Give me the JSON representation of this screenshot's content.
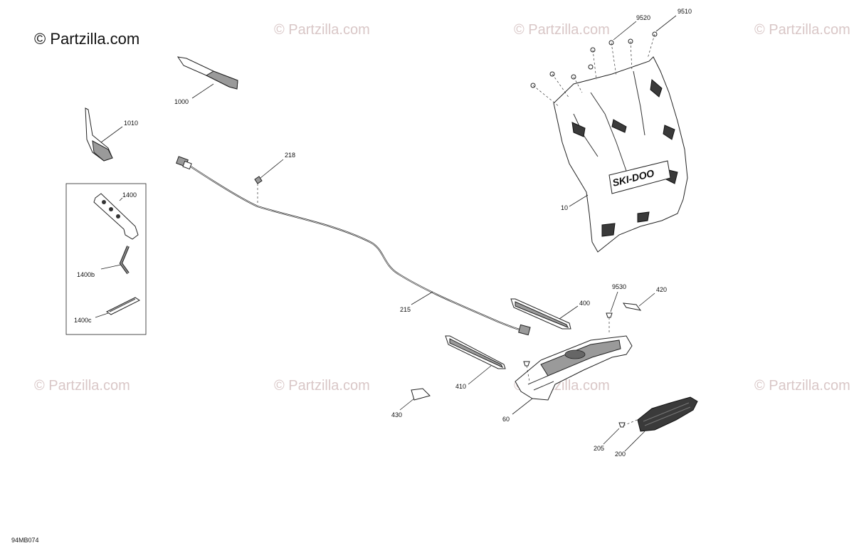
{
  "brand": {
    "logo_text": "© Partzilla.com",
    "watermark_text": "© Partzilla.com"
  },
  "drawing_code": "94MB074",
  "callouts": {
    "p1000": "1000",
    "p1010": "1010",
    "p1400": "1400",
    "p1400b": "1400b",
    "p1400c": "1400c",
    "p218": "218",
    "p215": "215",
    "p10": "10",
    "p9520": "9520",
    "p9510": "9510",
    "p9530": "9530",
    "p420": "420",
    "p400": "400",
    "p410": "410",
    "p430": "430",
    "p60": "60",
    "p205": "205",
    "p200": "200"
  },
  "icons": {
    "flap": "snow-flap-with-ski-doo-logo-icon",
    "wrench": "spanner-tool-icon",
    "hex_key": "hex-key-icon",
    "cable": "harness-cable-icon",
    "light": "tail-light-icon"
  }
}
